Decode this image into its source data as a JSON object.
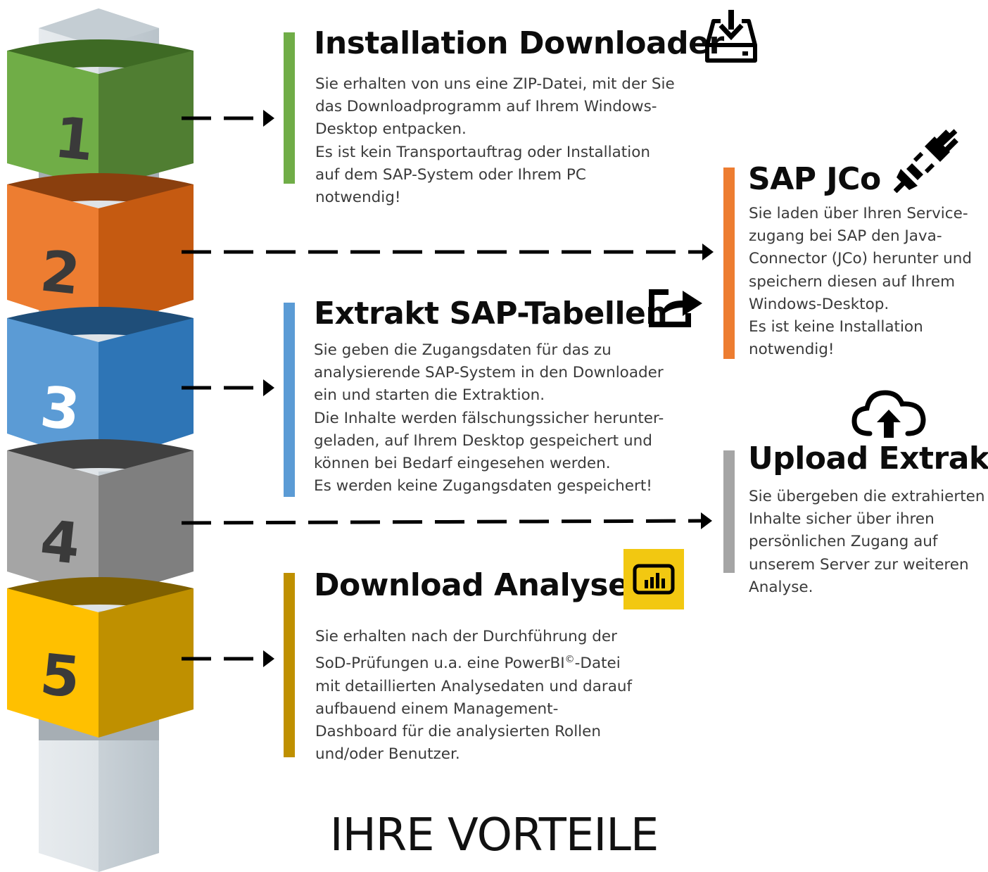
{
  "footer": "IHRE VORTEILE",
  "steps": [
    {
      "number": "1",
      "title": "Installation Downloader",
      "icon": "download-tray-icon",
      "color": "#70ad47",
      "text": "Sie erhalten von uns eine ZIP-Datei, mit der Sie\ndas Downloadprogramm auf Ihrem Windows-\nDesktop entpacken.\nEs ist kein Transportauftrag oder Installation\nauf dem SAP-System oder Ihrem PC\nnotwendig!"
    },
    {
      "number": "2",
      "title": "SAP JCo",
      "icon": "plug-disconnect-icon",
      "color": "#ed7d31",
      "text": "Sie laden über Ihren Service-\nzugang bei SAP den Java-\nConnector (JCo) herunter und\nspeichern diesen auf Ihrem\nWindows-Desktop.\nEs ist keine Installation\nnotwendig!"
    },
    {
      "number": "3",
      "title": "Extrakt SAP-Tabellen",
      "icon": "share-export-icon",
      "color": "#5b9bd5",
      "text": "Sie geben die Zugangsdaten für das zu\nanalysierende SAP-System in den Downloader\nein und starten die Extraktion.\nDie Inhalte werden fälschungssicher herunter-\ngeladen, auf Ihrem Desktop gespeichert und\nkönnen bei Bedarf eingesehen werden.\nEs werden keine Zugangsdaten gespeichert!"
    },
    {
      "number": "4",
      "title": "Upload Extrakt",
      "icon": "cloud-upload-icon",
      "color": "#a5a5a5",
      "text": "Sie übergeben die extrahierten\nInhalte sicher über ihren\npersönlichen Zugang auf\nunserem Server zur weiteren\nAnalyse."
    },
    {
      "number": "5",
      "title": "Download Analyse",
      "icon": "powerbi-icon",
      "color": "#bf9000",
      "text_main": "Sie erhalten nach der Durchführung der\nSoD-Prüfungen u.a. eine PowerBI",
      "text_sup": "©",
      "text_rest": "-Datei\nmit detaillierten Analysedaten und darauf\naufbauend einem Management-\nDashboard für die analysierten Rollen\nund/oder Benutzer."
    }
  ]
}
